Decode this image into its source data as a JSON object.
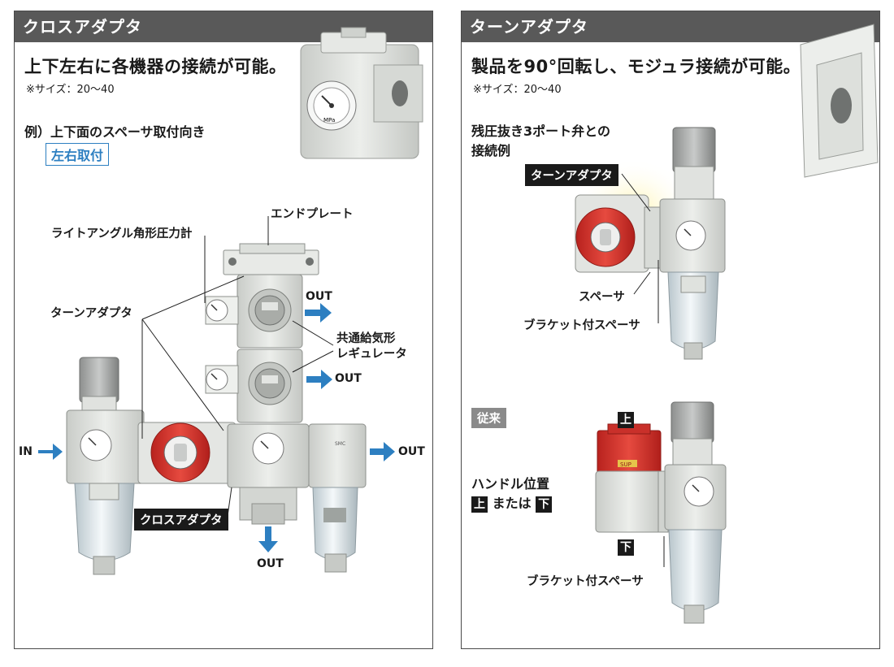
{
  "left": {
    "header": "クロスアダプタ",
    "headline": "上下左右に各機器の接続が可能。",
    "size_note": "※サイズ：20～40",
    "example": "例）上下面のスペーサ取付向き",
    "mount_label": "左右取付",
    "labels": {
      "end_plate": "エンドプレート",
      "gauge": "ライトアングル角形圧力計",
      "turn_adapter": "ターンアダプタ",
      "regulator_line1": "共通給気形",
      "regulator_line2": "レギュレータ",
      "cross_adapter": "クロスアダプタ",
      "in": "IN",
      "out1": "OUT",
      "out2": "OUT",
      "out3": "OUT",
      "out4": "OUT"
    },
    "gauge_text": "MPa",
    "brand": "SMC"
  },
  "right": {
    "header": "ターンアダプタ",
    "headline": "製品を90°回転し、モジュラ接続が可能。",
    "size_note": "※サイズ：20～40",
    "example_line1": "残圧抜き3ポート弁との",
    "example_line2": "接続例",
    "labels": {
      "turn_adapter": "ターンアダプタ",
      "spacer": "スペーサ",
      "bracket_spacer": "ブラケット付スペーサ",
      "conventional": "従来",
      "handle_line1": "ハンドル位置",
      "handle_top": "上",
      "handle_or": "または",
      "handle_bottom": "下",
      "tag_top": "上",
      "tag_bottom": "下",
      "bracket_spacer2": "ブラケット付スペーサ"
    },
    "sup_text": "SUP"
  },
  "colors": {
    "header_bg": "#595959",
    "accent_blue": "#2d7fc1",
    "valve_red": "#d9302b",
    "body_gray": "#d9dcd8"
  }
}
